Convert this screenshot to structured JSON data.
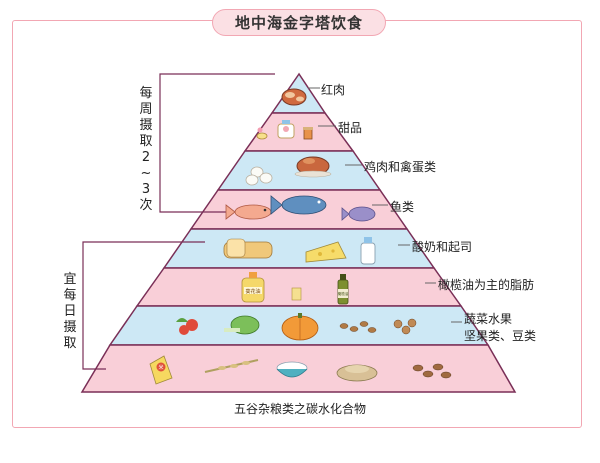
{
  "title": "地中海金字塔饮食",
  "tiers": [
    {
      "label": "红肉"
    },
    {
      "label": "甜品"
    },
    {
      "label": "鸡肉和禽蛋类"
    },
    {
      "label": "鱼类"
    },
    {
      "label": "酸奶和起司"
    },
    {
      "label": "橄榄油为主的脂肪"
    },
    {
      "label": "蔬菜水果",
      "label2": "坚果类、豆类"
    },
    {
      "label": "五谷杂粮类之碳水化合物"
    }
  ],
  "brackets": {
    "weekly": [
      "每",
      "周",
      "摄",
      "取",
      "2",
      "~",
      "3",
      "次"
    ],
    "daily": [
      "宜",
      "每",
      "日",
      "摄",
      "取"
    ]
  },
  "item_text": {
    "oil_bottle": "葵花油",
    "olive_bottle": "橄榄油",
    "rice_bag": "米"
  },
  "colors": {
    "blue": "#cde8f5",
    "pink": "#f9cfd8",
    "outline": "#7a2f57",
    "frame": "#f2a7b3"
  }
}
